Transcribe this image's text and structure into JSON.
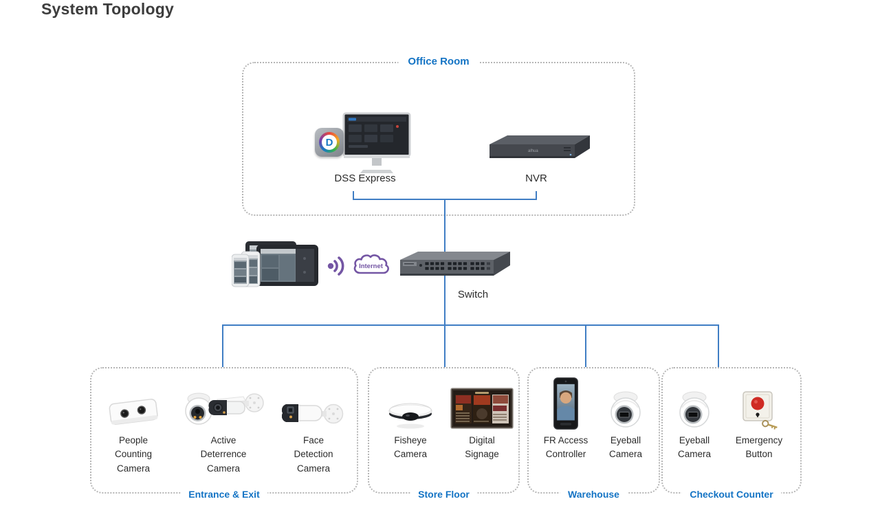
{
  "title": "System Topology",
  "colors": {
    "zone_label_blue": "#1373c4",
    "connector_blue": "#3f7dc4",
    "internet_purple": "#7456a4",
    "title_gray": "#3d3d3d",
    "device_text": "#2b2b2b",
    "dotted_border": "#b5b5b5"
  },
  "office": {
    "label": "Office Room",
    "devices": [
      {
        "name": "DSS Express"
      },
      {
        "name": "NVR"
      }
    ]
  },
  "network": {
    "internet_label": "Internet",
    "switch_label": "Switch"
  },
  "zones": [
    {
      "label": "Entrance & Exit",
      "devices": [
        {
          "name": "People Counting Camera"
        },
        {
          "name": "Active Deterrence Camera"
        },
        {
          "name": "Face Detection Camera"
        }
      ]
    },
    {
      "label": "Store Floor",
      "devices": [
        {
          "name": "Fisheye Camera"
        },
        {
          "name": "Digital Signage"
        }
      ]
    },
    {
      "label": "Warehouse",
      "devices": [
        {
          "name": "FR Access Controller"
        },
        {
          "name": "Eyeball Camera"
        }
      ]
    },
    {
      "label": "Checkout Counter",
      "devices": [
        {
          "name": "Eyeball Camera"
        },
        {
          "name": "Emergency Button"
        }
      ]
    }
  ]
}
